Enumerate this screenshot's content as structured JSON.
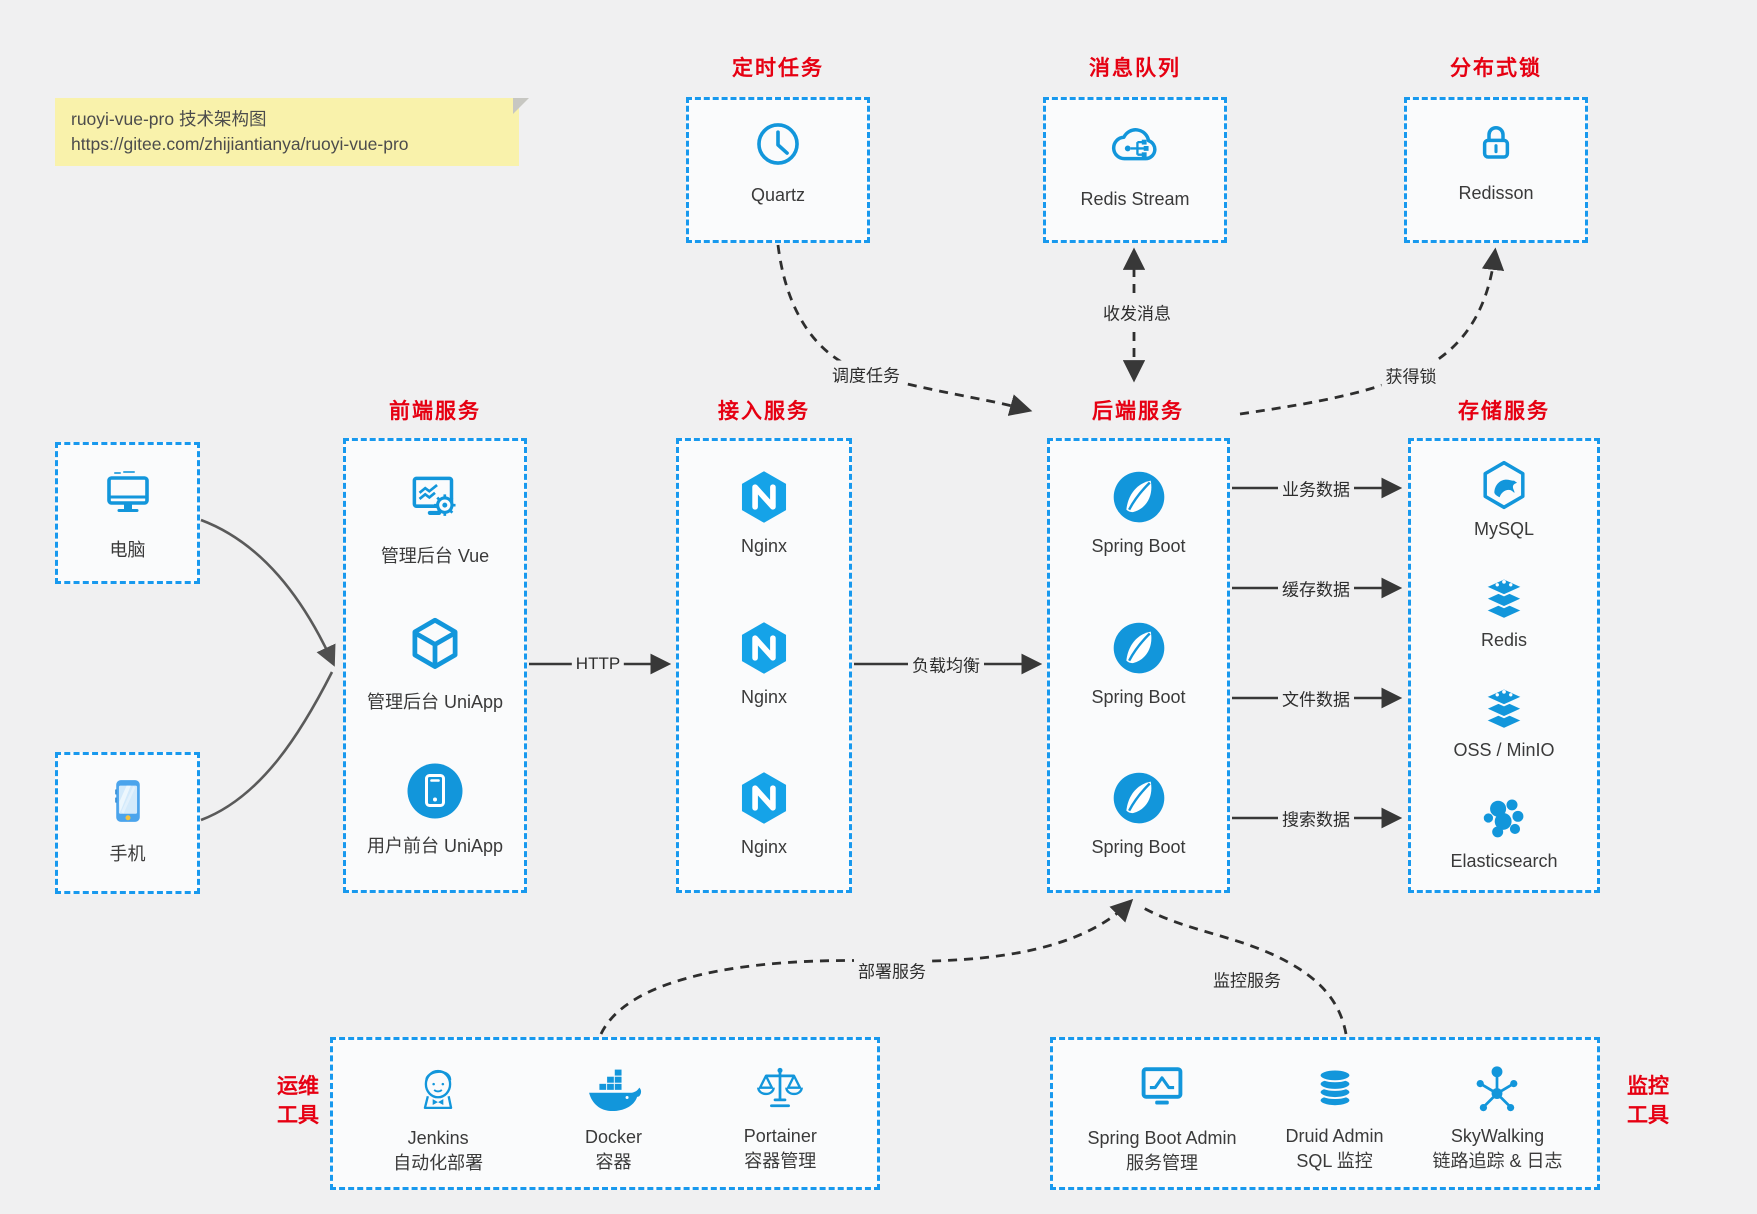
{
  "colors": {
    "accent_blue": "#1296db",
    "border_blue": "#1899ee",
    "title_red": "#e60012",
    "arrow_dark": "#383838",
    "canvas_bg": "#f0f0f1",
    "note_bg": "#f9f2ab"
  },
  "note": {
    "line1": "ruoyi-vue-pro 技术架构图",
    "line2": "https://gitee.com/zhijiantianya/ruoyi-vue-pro"
  },
  "top_groups": [
    {
      "title": "定时任务",
      "item": {
        "label": "Quartz",
        "icon": "clock-icon"
      }
    },
    {
      "title": "消息队列",
      "item": {
        "label": "Redis Stream",
        "icon": "cloud-stream-icon"
      }
    },
    {
      "title": "分布式锁",
      "item": {
        "label": "Redisson",
        "icon": "lock-icon"
      }
    }
  ],
  "clients": [
    {
      "label": "电脑",
      "icon": "desktop-icon"
    },
    {
      "label": "手机",
      "icon": "smartphone-icon"
    }
  ],
  "columns": [
    {
      "title": "前端服务",
      "items": [
        {
          "label": "管理后台 Vue",
          "icon": "admin-vue-icon"
        },
        {
          "label": "管理后台 UniApp",
          "icon": "uniapp-cube-icon"
        },
        {
          "label": "用户前台 UniApp",
          "icon": "user-uniapp-icon"
        }
      ]
    },
    {
      "title": "接入服务",
      "items": [
        {
          "label": "Nginx",
          "icon": "nginx-icon"
        },
        {
          "label": "Nginx",
          "icon": "nginx-icon"
        },
        {
          "label": "Nginx",
          "icon": "nginx-icon"
        }
      ]
    },
    {
      "title": "后端服务",
      "items": [
        {
          "label": "Spring Boot",
          "icon": "spring-icon"
        },
        {
          "label": "Spring Boot",
          "icon": "spring-icon"
        },
        {
          "label": "Spring Boot",
          "icon": "spring-icon"
        }
      ]
    },
    {
      "title": "存储服务",
      "items": [
        {
          "label": "MySQL",
          "icon": "mysql-icon"
        },
        {
          "label": "Redis",
          "icon": "redis-stack-icon"
        },
        {
          "label": "OSS / MinIO",
          "icon": "redis-stack-icon"
        },
        {
          "label": "Elasticsearch",
          "icon": "elasticsearch-icon"
        }
      ]
    }
  ],
  "ops_tools": {
    "side_label_line1": "运维",
    "side_label_line2": "工具",
    "items": [
      {
        "name": "Jenkins",
        "desc": "自动化部署",
        "icon": "jenkins-icon"
      },
      {
        "name": "Docker",
        "desc": "容器",
        "icon": "docker-icon"
      },
      {
        "name": "Portainer",
        "desc": "容器管理",
        "icon": "portainer-icon"
      }
    ]
  },
  "monitor_tools": {
    "side_label_line1": "监控",
    "side_label_line2": "工具",
    "items": [
      {
        "name": "Spring Boot Admin",
        "desc": "服务管理",
        "icon": "spring-boot-admin-icon"
      },
      {
        "name": "Druid Admin",
        "desc": "SQL 监控",
        "icon": "druid-database-icon"
      },
      {
        "name": "SkyWalking",
        "desc": "链路追踪 & 日志",
        "icon": "skywalking-icon"
      }
    ]
  },
  "edge_labels": {
    "http": "HTTP",
    "load_balance": "负载均衡",
    "schedule": "调度任务",
    "message": "收发消息",
    "lock": "获得锁",
    "business_data": "业务数据",
    "cache_data": "缓存数据",
    "file_data": "文件数据",
    "search_data": "搜索数据",
    "deploy": "部署服务",
    "monitor": "监控服务"
  }
}
